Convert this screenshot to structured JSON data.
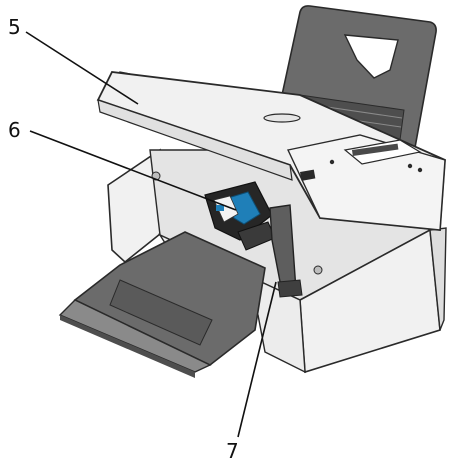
{
  "callouts": [
    {
      "id": "callout-5",
      "label": "5"
    },
    {
      "id": "callout-6",
      "label": "6"
    },
    {
      "id": "callout-7",
      "label": "7"
    }
  ],
  "colors": {
    "body": "#f1f1f1",
    "outline": "#2a2a2a",
    "tray": "#6b6b6b",
    "tray_dark": "#4e4e4e",
    "shadow": "#d0d0d0",
    "cartridge_blue": "#1f7fb8",
    "cartridge_black": "#262626",
    "leader": "#111111"
  },
  "icons": [
    "printer-illustration",
    "ink-cartridge-icon",
    "scanner-support-icon"
  ]
}
